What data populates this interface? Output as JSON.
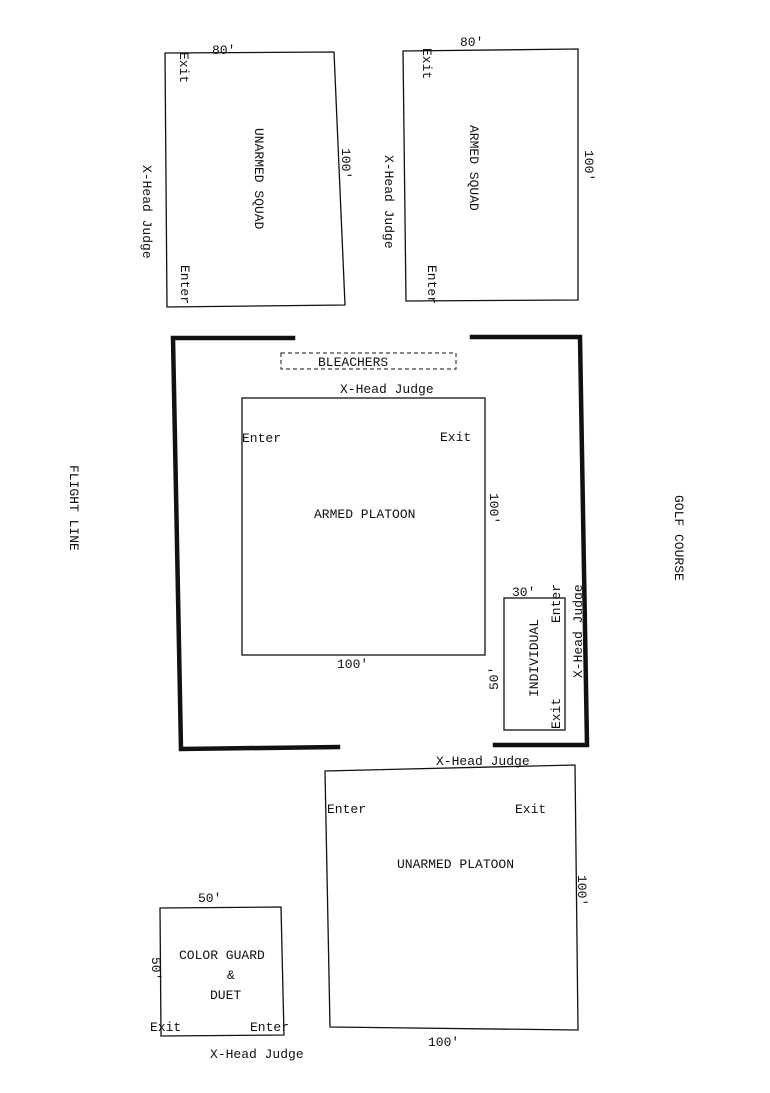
{
  "areas": {
    "flight_line": "FLIGHT LINE",
    "golf_course": "GOLF COURSE",
    "bleachers": "BLEACHERS"
  },
  "unarmed_squad": {
    "name": "UNARMED SQUAD",
    "width": "80'",
    "length": "100'",
    "exit": "Exit",
    "enter": "Enter",
    "judge": "X-Head Judge"
  },
  "armed_squad": {
    "name": "ARMED SQUAD",
    "width": "80'",
    "length": "100'",
    "exit": "Exit",
    "enter": "Enter",
    "judge": "X-Head Judge"
  },
  "armed_platoon": {
    "name": "ARMED PLATOON",
    "width": "100'",
    "length": "100'",
    "exit": "Exit",
    "enter": "Enter",
    "judge": "X-Head Judge"
  },
  "individual": {
    "name": "INDIVIDUAL",
    "width": "30'",
    "length": "50'",
    "exit": "Exit",
    "enter": "Enter",
    "judge": "X-Head Judge"
  },
  "unarmed_platoon": {
    "name": "UNARMED PLATOON",
    "width": "100'",
    "length": "100'",
    "exit": "Exit",
    "enter": "Enter",
    "judge": "X-Head Judge"
  },
  "color_guard": {
    "name_line1": "COLOR GUARD",
    "name_line2": "&",
    "name_line3": "DUET",
    "width": "50'",
    "length": "50'",
    "exit": "Exit",
    "enter": "Enter",
    "judge": "X-Head Judge"
  }
}
